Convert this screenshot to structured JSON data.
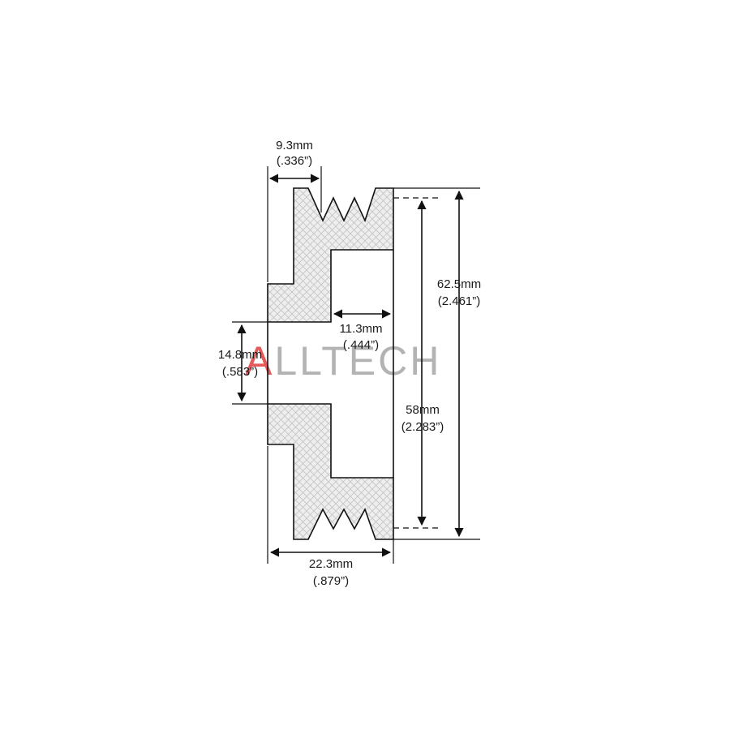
{
  "dimensions": {
    "groove_pitch": {
      "mm": "9.3mm",
      "inch": "(.336”)"
    },
    "outer_diameter": {
      "mm": "62.5mm",
      "inch": "(2.461”)"
    },
    "hub_depth": {
      "mm": "11.3mm",
      "inch": "(.444”)"
    },
    "bore_diameter": {
      "mm": "14.8mm",
      "inch": "(.583”)"
    },
    "effective_diameter": {
      "mm": "58mm",
      "inch": "(2.283”)"
    },
    "overall_width": {
      "mm": "22.3mm",
      "inch": "(.879”)"
    }
  },
  "watermark": {
    "accent_letter": "A",
    "rest": "LLTECH",
    "accent_color": "#e03131",
    "rest_color": "#9a9a9a"
  },
  "colors": {
    "outline": "#111111",
    "hatch_fill": "#eeeeee",
    "hatch_line": "#c4c4c4"
  }
}
